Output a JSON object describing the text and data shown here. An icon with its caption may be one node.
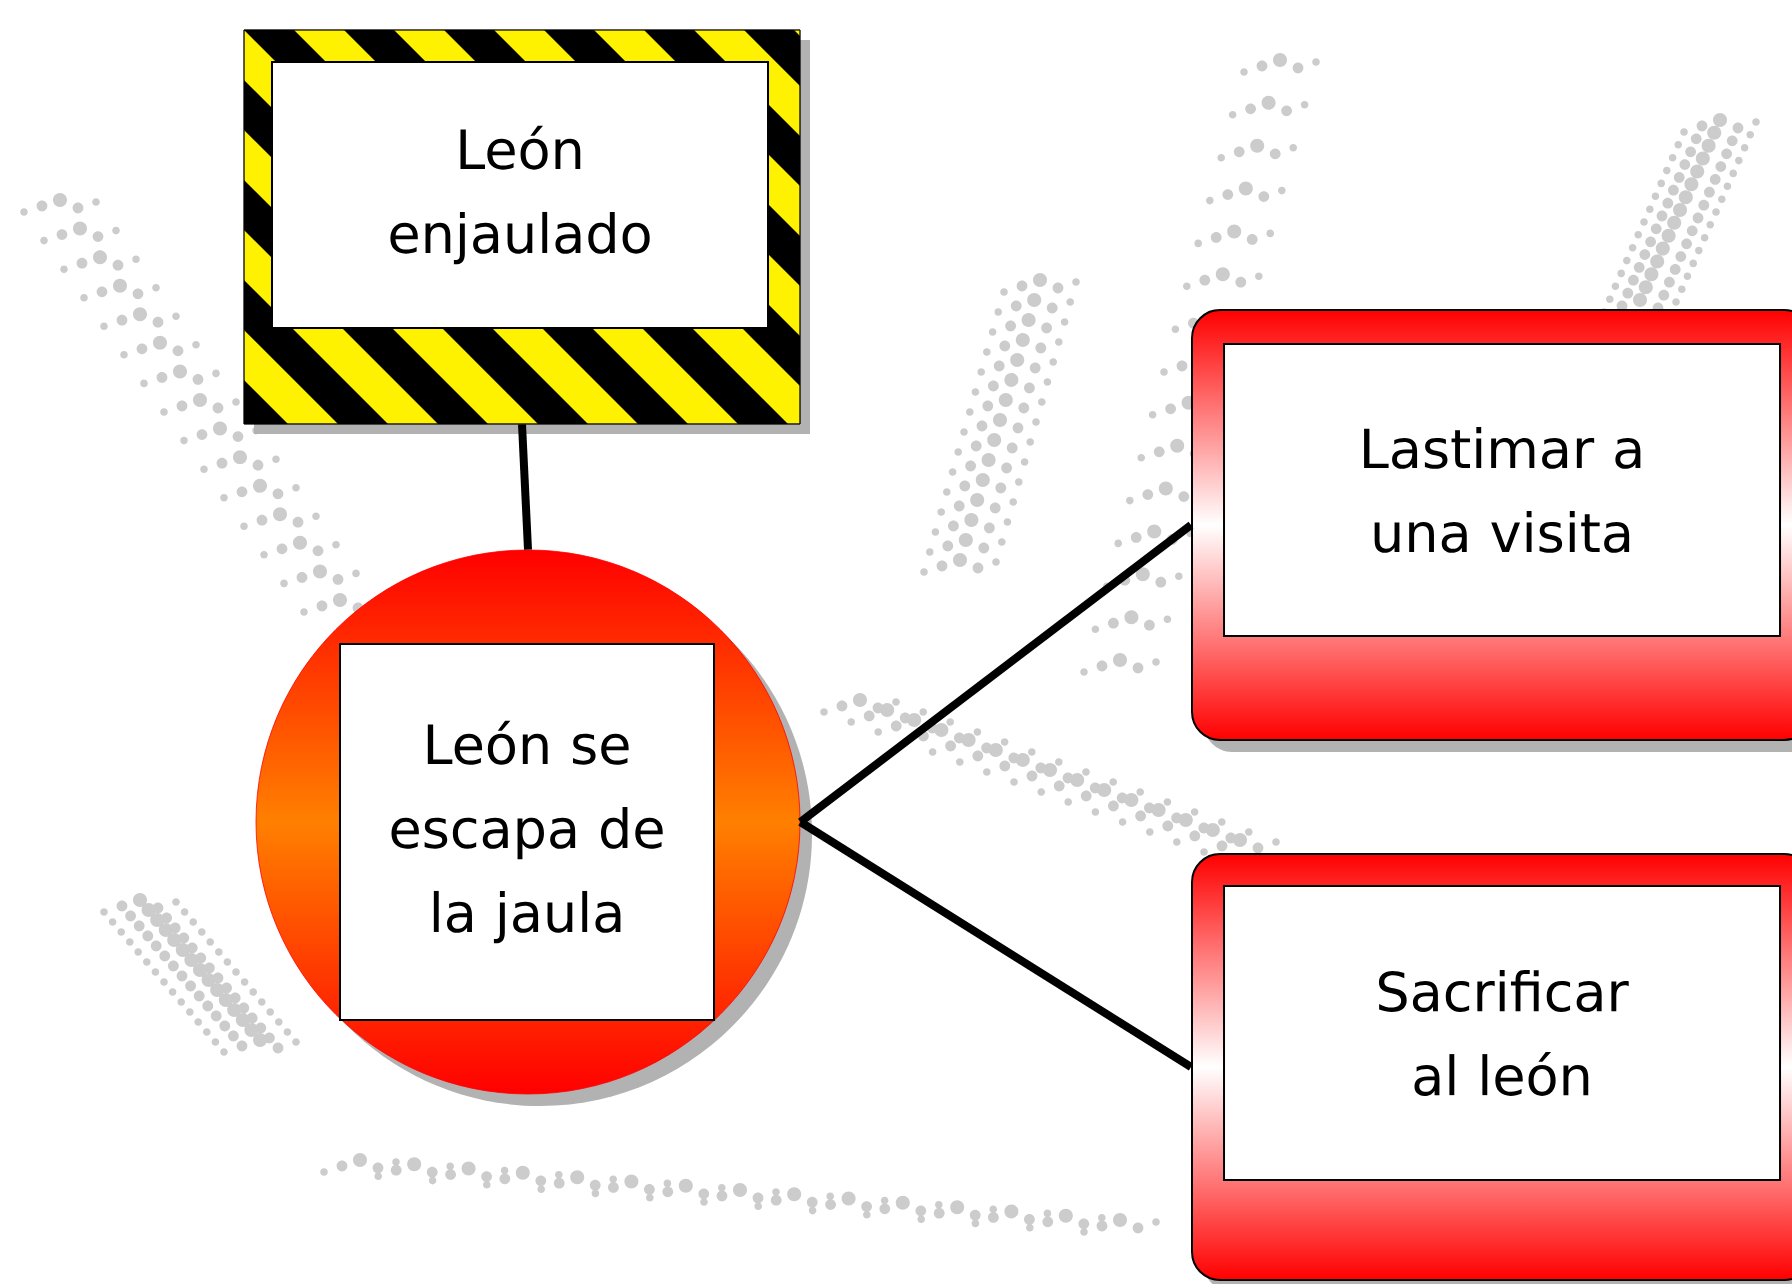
{
  "diagram": {
    "nodes": [
      {
        "text": [
          "León enjaulado"
        ]
      },
      {
        "text": [
          "León se escapa de la jaula"
        ]
      },
      {
        "text": [
          "Lastimar a una visita"
        ]
      },
      {
        "text": [
          "Sacrificar al león"
        ]
      }
    ],
    "edges": [
      {
        "from": 0,
        "to": 1,
        "arrow": "none"
      },
      {
        "from": 1,
        "to": 2,
        "arrow": "none"
      },
      {
        "from": 1,
        "to": 3,
        "arrow": "none"
      }
    ]
  }
}
